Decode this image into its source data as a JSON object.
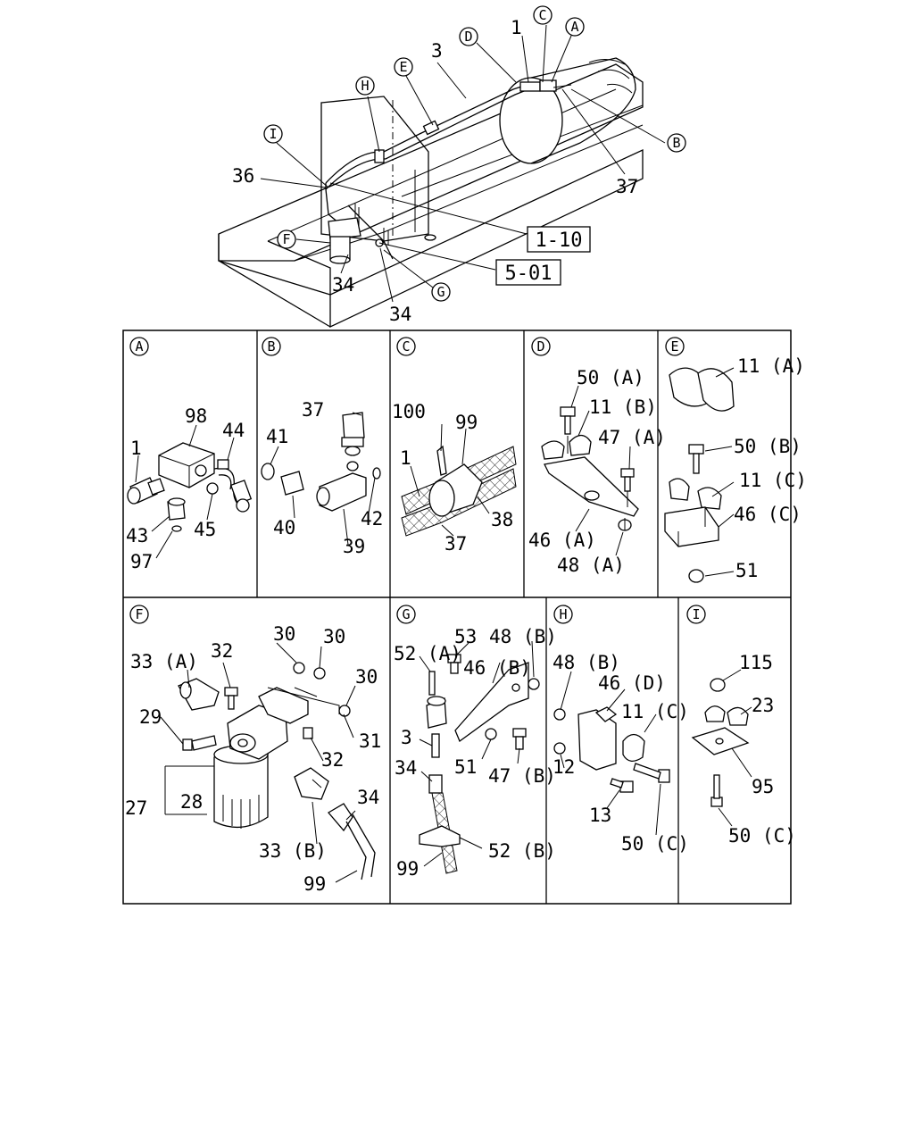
{
  "overview": {
    "letters": [
      "A",
      "B",
      "C",
      "D",
      "E",
      "F",
      "G",
      "H",
      "I"
    ],
    "callouts": [
      "1",
      "3",
      "36",
      "37",
      "34",
      "34"
    ],
    "refs": [
      "1-10",
      "5-01"
    ]
  },
  "panels": {
    "A": {
      "letter": "A",
      "labels": [
        "98",
        "44",
        "1",
        "43",
        "45",
        "97"
      ]
    },
    "B": {
      "letter": "B",
      "labels": [
        "37",
        "41",
        "40",
        "42",
        "39"
      ]
    },
    "C": {
      "letter": "C",
      "labels": [
        "100",
        "99",
        "1",
        "38",
        "37"
      ]
    },
    "D": {
      "letter": "D",
      "labels": [
        "50 (A)",
        "11 (B)",
        "47 (A)",
        "46 (A)",
        "48 (A)"
      ]
    },
    "E": {
      "letter": "E",
      "labels": [
        "11 (A)",
        "50 (B)",
        "11 (C)",
        "46 (C)",
        "51"
      ]
    },
    "F": {
      "letter": "F",
      "labels": [
        "30",
        "30",
        "30",
        "32",
        "33 (A)",
        "29",
        "31",
        "32",
        "27",
        "28",
        "34",
        "33 (B)",
        "99"
      ]
    },
    "G": {
      "letter": "G",
      "labels": [
        "52 (A)",
        "53",
        "48 (B)",
        "46 (B)",
        "3",
        "51",
        "47 (B)",
        "34",
        "99",
        "52 (B)"
      ]
    },
    "H": {
      "letter": "H",
      "labels": [
        "48 (B)",
        "46 (D)",
        "11 (C)",
        "12",
        "13",
        "50 (C)"
      ]
    },
    "I": {
      "letter": "I",
      "labels": [
        "115",
        "23",
        "95",
        "50 (C)"
      ]
    }
  }
}
